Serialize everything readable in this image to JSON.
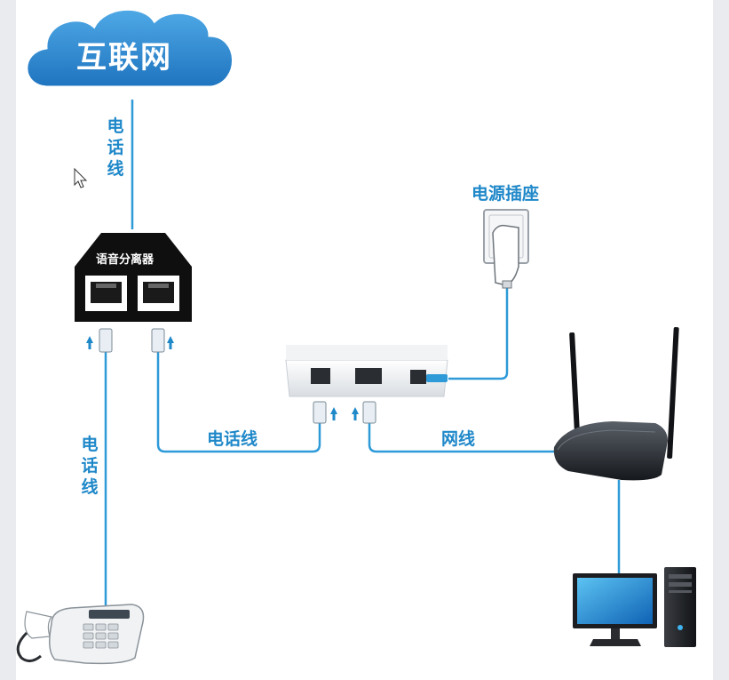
{
  "cloud": {
    "label": "互联网"
  },
  "splitter": {
    "label": "语音分离器"
  },
  "labels": {
    "phone_line_top": "电话线",
    "phone_line_left": "电话线",
    "phone_line_middle": "电话线",
    "network_cable": "网线",
    "power_socket": "电源插座"
  },
  "colors": {
    "cable": "#2e9ad8",
    "cloud": "#2b86cf",
    "label": "#1f88c9"
  }
}
